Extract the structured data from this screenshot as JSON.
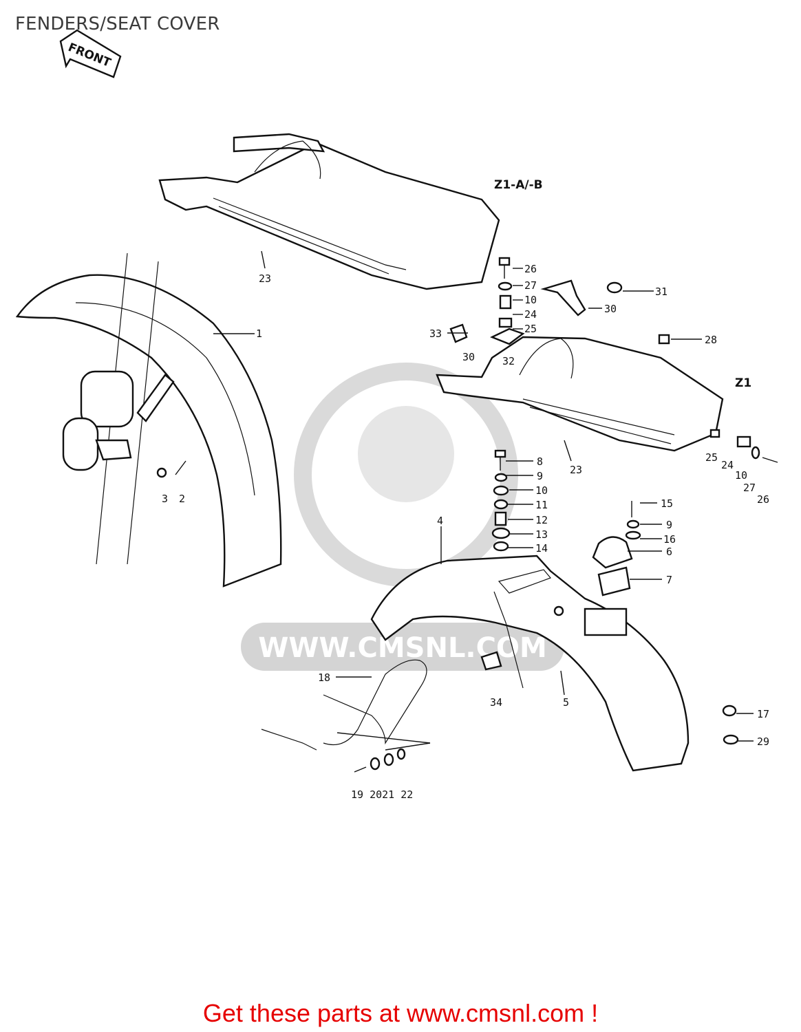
{
  "title": "FENDERS/SEAT COVER",
  "front_badge": "FRONT",
  "models": {
    "z1a_b": "Z1-A/-B",
    "z1": "Z1"
  },
  "watermark": "WWW.CMSNL.COM",
  "cta": "Get these parts at www.cmsnl.com !",
  "callouts": {
    "c1": "1",
    "c2": "2",
    "c3": "3",
    "c4": "4",
    "c5": "5",
    "c6": "6",
    "c7": "7",
    "c8": "8",
    "c9a": "9",
    "c9b": "9",
    "c10a": "10",
    "c10b": "10",
    "c10c": "10",
    "c11": "11",
    "c12": "12",
    "c13": "13",
    "c14": "14",
    "c15": "15",
    "c16": "16",
    "c17": "17",
    "c18": "18",
    "c19_22": "19 2021 22",
    "c23a": "23",
    "c23b": "23",
    "c24a": "24",
    "c24b": "24",
    "c25a": "25",
    "c25b": "25",
    "c26a": "26",
    "c26b": "26",
    "c27a": "27",
    "c27b": "27",
    "c28": "28",
    "c29": "29",
    "c30a": "30",
    "c30b": "30",
    "c31": "31",
    "c32": "32",
    "c33": "33",
    "c34": "34"
  },
  "colors": {
    "cta": "#e60000",
    "watermark": "#d0d0d0",
    "ink": "#111111"
  }
}
